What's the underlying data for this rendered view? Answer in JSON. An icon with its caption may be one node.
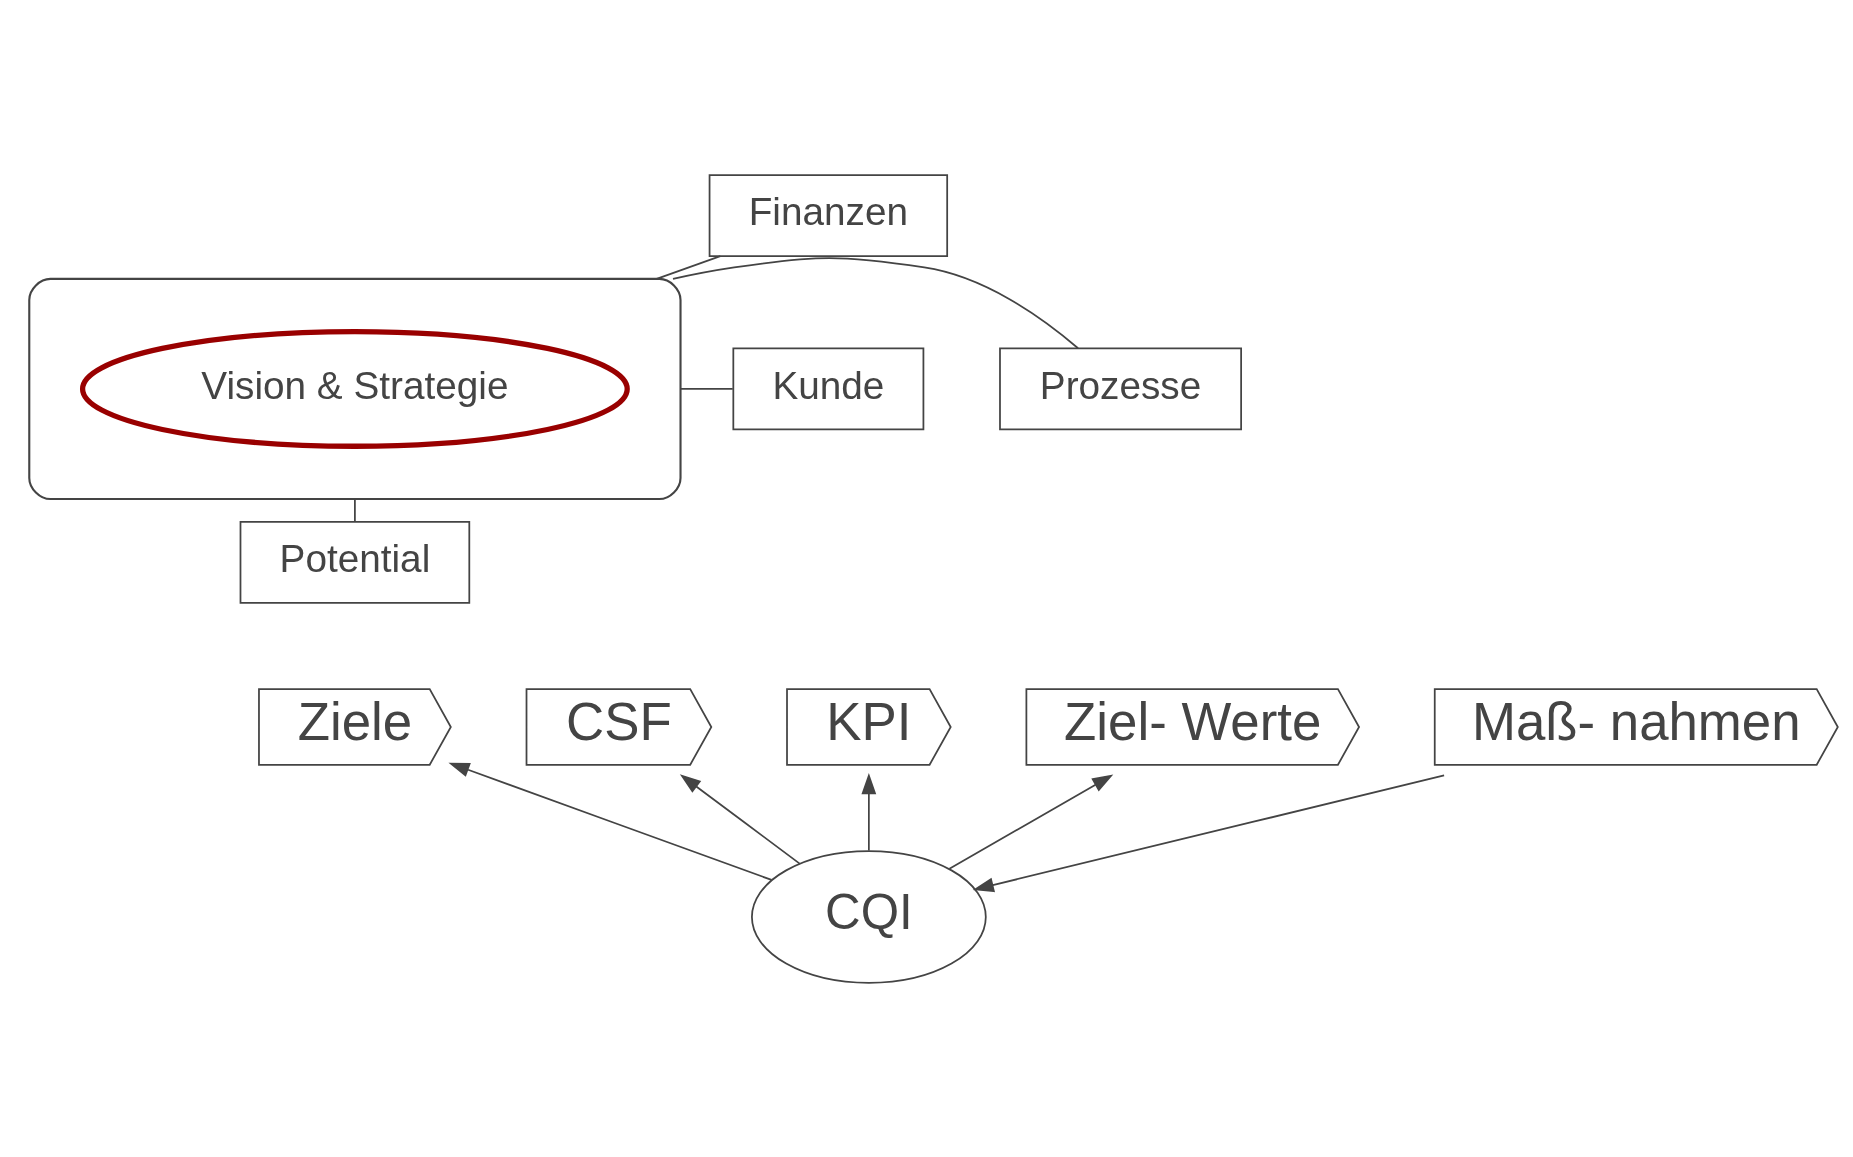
{
  "diagram": {
    "nodes": [
      {
        "text": [
          "Finanzen"
        ]
      },
      {
        "text": [],
        "shape": "ellipse"
      },
      {
        "text": [
          "Vision & Strategie"
        ],
        "in": 1
      },
      {
        "text": [
          "Kunde"
        ]
      },
      {
        "text": [
          "Prozesse"
        ]
      },
      {
        "text": [
          "Potential"
        ]
      },
      {
        "text": [
          "Ziele"
        ]
      },
      {
        "text": [
          "CSF"
        ]
      },
      {
        "text": [
          "KPI"
        ]
      },
      {
        "text": [
          "Ziel- Werte"
        ]
      },
      {
        "text": [
          "Maß- nahmen"
        ]
      },
      {
        "text": [
          "CQI"
        ]
      }
    ],
    "edges": [
      {
        "from": 0,
        "to": 1,
        "arrow": "none"
      },
      {
        "from": 3,
        "to": 1,
        "arrow": "none"
      },
      {
        "from": 1,
        "to": 4,
        "arrow": "none"
      },
      {
        "from": 1,
        "to": 5,
        "arrow": "none"
      },
      {
        "from": 10,
        "to": 11,
        "arrow": "to"
      },
      {
        "from": 11,
        "to": 6,
        "arrow": "to"
      },
      {
        "from": 11,
        "to": 7,
        "arrow": "to"
      },
      {
        "from": 11,
        "to": 8,
        "arrow": "to"
      },
      {
        "from": 11,
        "to": 9,
        "arrow": "to"
      }
    ]
  }
}
